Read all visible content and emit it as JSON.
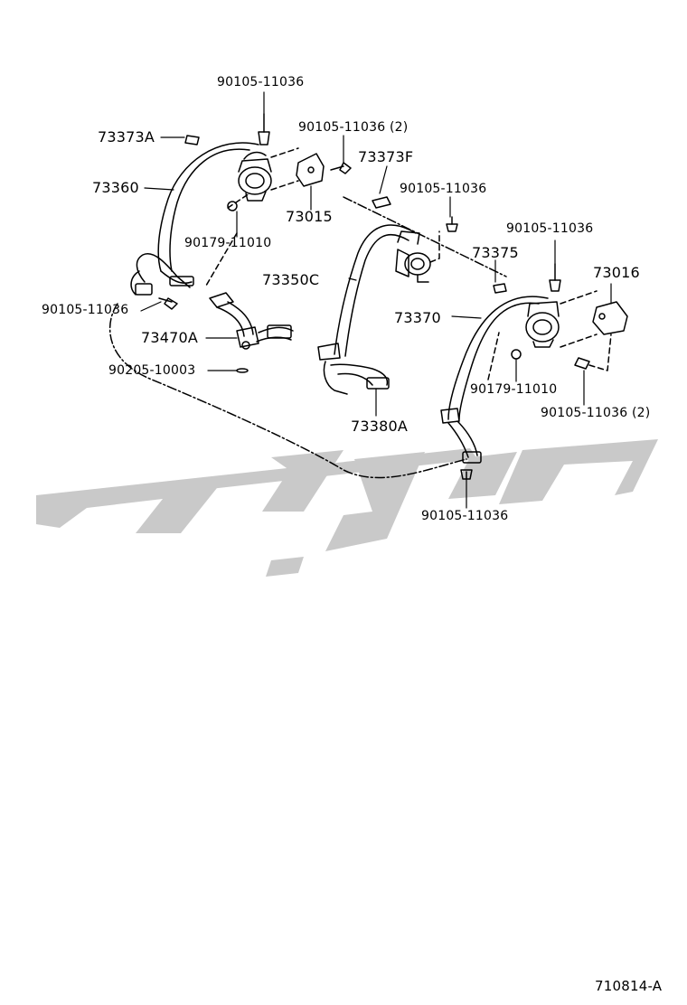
{
  "diagram": {
    "callouts": {
      "c1": "90105-11036",
      "c2": "73373A",
      "c3": "90105-11036 (2)",
      "c4": "73373F",
      "c5": "73360",
      "c6": "73015",
      "c7": "90105-11036",
      "c8": "90179-11010",
      "c9": "90105-11036",
      "c10": "73375",
      "c11": "73350C",
      "c12": "73016",
      "c13": "90105-11036",
      "c14": "73370",
      "c15": "73470A",
      "c16": "90205-10003",
      "c17": "90179-11010",
      "c18": "90105-11036 (2)",
      "c19": "73380A",
      "c20": "90105-11036"
    },
    "figure_code": "710814-A",
    "watermark_color": "#c9c9c9"
  }
}
